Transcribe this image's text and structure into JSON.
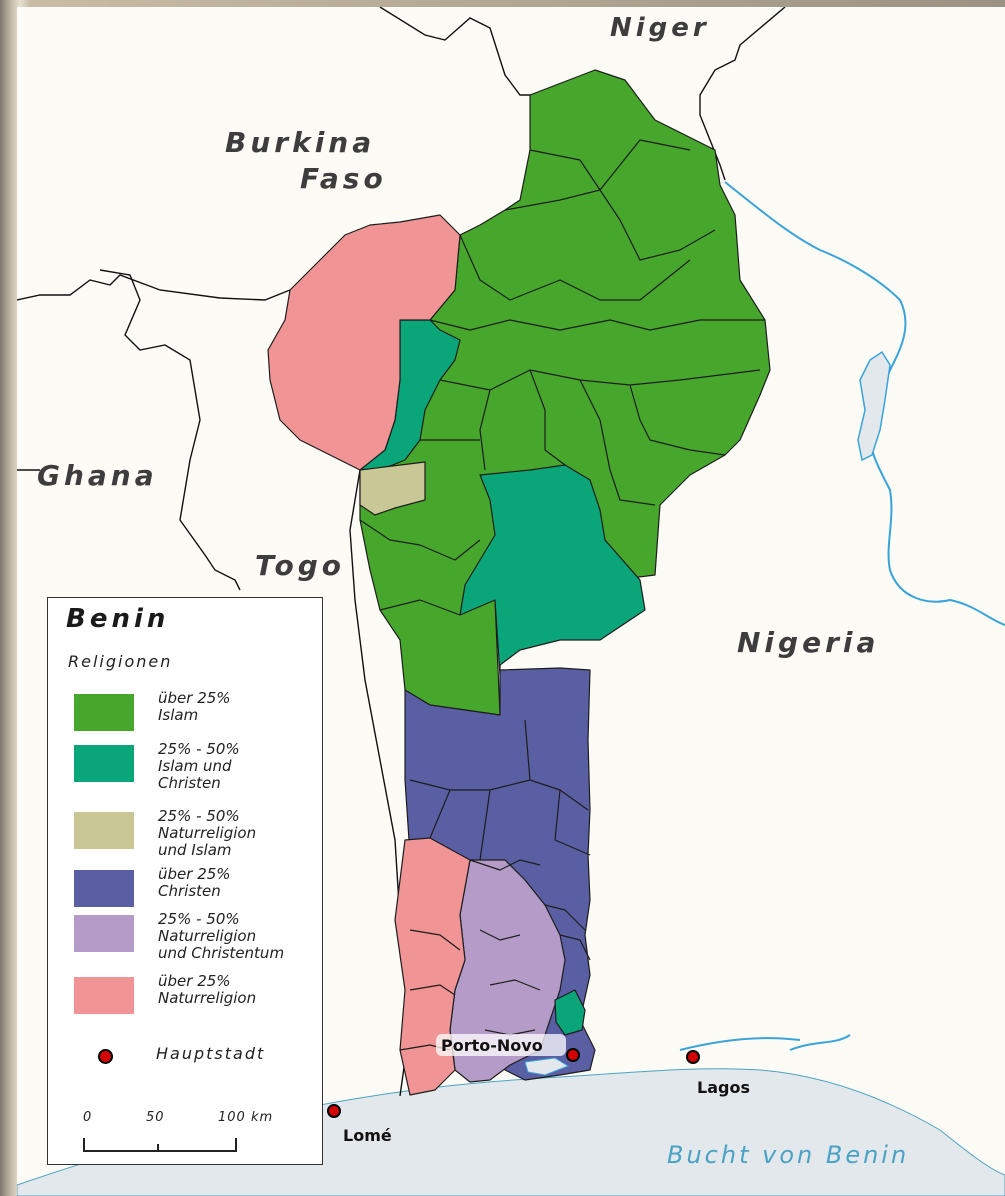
{
  "map": {
    "countries": {
      "niger": "Niger",
      "burkina_faso_1": "Burkina",
      "burkina_faso_2": "Faso",
      "ghana": "Ghana",
      "togo": "Togo",
      "nigeria": "Nigeria"
    },
    "sea": "Bucht von Benin",
    "cities": {
      "porto_novo": "Porto-Novo",
      "lome": "Lomé",
      "lagos": "Lagos"
    },
    "colors": {
      "islam": "#47a62c",
      "islam_christen": "#0ba57a",
      "natur_islam": "#c9c796",
      "christen": "#5a5ea3",
      "natur_christentum": "#b49bc8",
      "naturreligion": "#f09495",
      "water": "#e3e8ec",
      "river": "#3aa3d9",
      "capital": "#d40000"
    }
  },
  "legend": {
    "title": "Benin",
    "subtitle": "Religionen",
    "items": [
      {
        "text": "über 25%\nIslam",
        "color": "#47a62c"
      },
      {
        "text": "25% - 50%\nIslam und\nChristen",
        "color": "#0ba57a"
      },
      {
        "text": "25% - 50%\nNaturreligion\nund Islam",
        "color": "#c9c796"
      },
      {
        "text": "über 25%\nChristen",
        "color": "#5a5ea3"
      },
      {
        "text": "25% - 50%\nNaturreligion\nund Christentum",
        "color": "#b49bc8"
      },
      {
        "text": "über 25%\nNaturreligion",
        "color": "#f09495"
      }
    ],
    "capital": "Hauptstadt",
    "scale": {
      "zero": "0",
      "mid": "50",
      "end": "100 km"
    }
  }
}
